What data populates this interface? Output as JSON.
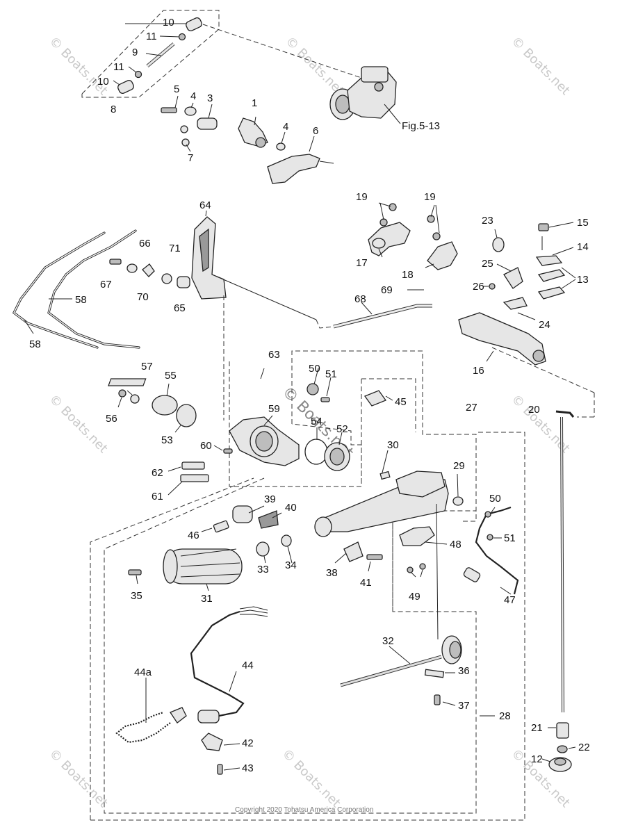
{
  "labels": {
    "n1": "1",
    "n3": "3",
    "n4a": "4",
    "n4b": "4",
    "n5": "5",
    "n6": "6",
    "n7": "7",
    "n8": "8",
    "n9": "9",
    "n10a": "10",
    "n10b": "10",
    "n11a": "11",
    "n11b": "11",
    "n12": "12",
    "n13": "13",
    "n14": "14",
    "n15": "15",
    "n16": "16",
    "n17": "17",
    "n18": "18",
    "n19a": "19",
    "n19b": "19",
    "n20": "20",
    "n21": "21",
    "n22": "22",
    "n23": "23",
    "n24": "24",
    "n25": "25",
    "n26": "26",
    "n27": "27",
    "n28": "28",
    "n29": "29",
    "n30": "30",
    "n31": "31",
    "n32": "32",
    "n33": "33",
    "n34": "34",
    "n35": "35",
    "n36": "36",
    "n37": "37",
    "n38": "38",
    "n39": "39",
    "n40": "40",
    "n41": "41",
    "n42": "42",
    "n43": "43",
    "n44": "44",
    "n44a": "44a",
    "n45": "45",
    "n46": "46",
    "n47": "47",
    "n48": "48",
    "n49": "49",
    "n50a": "50",
    "n50b": "50",
    "n51a": "51",
    "n51b": "51",
    "n52": "52",
    "n53": "53",
    "n54": "54",
    "n55": "55",
    "n56": "56",
    "n57": "57",
    "n58a": "58",
    "n58b": "58",
    "n59": "59",
    "n60": "60",
    "n61": "61",
    "n62": "62",
    "n63": "63",
    "n64": "64",
    "n65": "65",
    "n66": "66",
    "n67": "67",
    "n68": "68",
    "n69": "69",
    "n70": "70",
    "n71": "71"
  },
  "figure_ref": "Fig.5-13",
  "watermark": "© Boats.net",
  "center_watermark": "© Boats.net",
  "copyright": "Copyright 2020 Tohatsu America Corporation"
}
